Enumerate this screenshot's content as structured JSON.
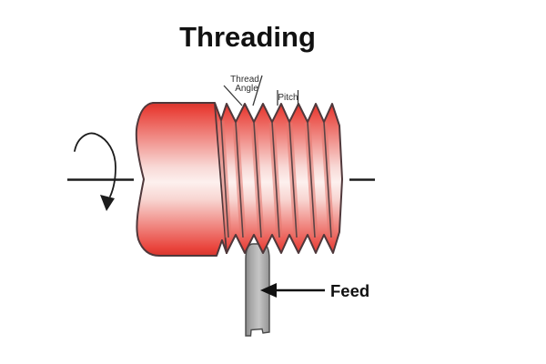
{
  "title": "Threading",
  "annotations": {
    "thread_angle_line1": "Thread",
    "thread_angle_line2": "Angle",
    "pitch": "Pitch",
    "feed": "Feed"
  },
  "colors": {
    "workpiece_red": "#e9443c",
    "workpiece_red_deep": "#d7352d",
    "workpiece_highlight": "#fdf0ee",
    "workpiece_shadow_stripe": "#e2776d",
    "outline": "#4f383b",
    "tool_gray_light": "#c6c6c6",
    "tool_gray_dark": "#8b8b8b",
    "line_black": "#1c1c1c",
    "background": "#ffffff"
  }
}
